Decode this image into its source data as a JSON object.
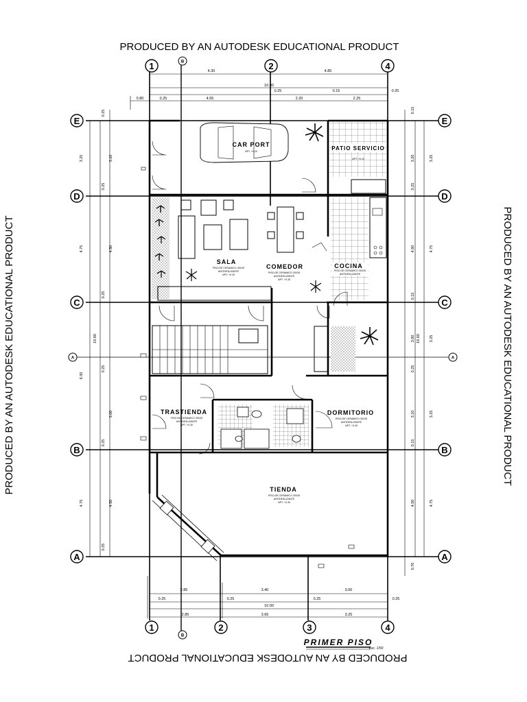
{
  "watermarks": {
    "top": "PRODUCED BY AN AUTODESK EDUCATIONAL PRODUCT",
    "left": "PRODUCED BY AN AUTODESK EDUCATIONAL PRODUCT",
    "right": "PRODUCED BY AN AUTODESK EDUCATIONAL PRODUCT",
    "bottom": "PRODUCED BY AN AUTODESK EDUCATIONAL PRODUCT"
  },
  "axes": {
    "cols": [
      "1",
      "2",
      "3",
      "4"
    ],
    "rows": [
      "E",
      "D",
      "C",
      "B",
      "A"
    ],
    "section_a": "A",
    "section_b": "B"
  },
  "rooms": {
    "car_port": {
      "name": "CAR PORT",
      "npt": "NPT. +0.10"
    },
    "patio": {
      "name": "PATIO SERVICIO",
      "npt": "NPT. +0.10"
    },
    "sala": {
      "name": "SALA",
      "floor": "PISO DE CERAMICO 30X30",
      "finish": "ANTIDESLIZANTE",
      "npt": "NPT. +0.30"
    },
    "comedor": {
      "name": "COMEDOR",
      "floor": "PISO DE CERAMICO 30X30",
      "finish": "ANTIDESLIZANTE",
      "npt": "NPT. +0.30"
    },
    "cocina": {
      "name": "COCINA",
      "floor": "PISO DE CERAMICO 30X30",
      "finish": "ANTIDESLIZANTE"
    },
    "trastienda": {
      "name": "TRASTIENDA",
      "floor": "PISO DE CERAMICO 30X30",
      "finish": "ANTIDESLIZANTE",
      "npt": "NPT. +0.30"
    },
    "dormitorio": {
      "name": "DORMITORIO",
      "floor": "PISO DE CERAMICO 30X30",
      "finish": "ANTIDESLIZANTE",
      "npt": "NPT. +0.30"
    },
    "tienda": {
      "name": "TIENDA",
      "floor": "PISO DE CERAMICO 30X30",
      "finish": "ANTIDESLIZANTE",
      "npt": "NPT. +0.30"
    }
  },
  "dims": {
    "top_row1": [
      "4.30",
      "4.85"
    ],
    "top_total": "10.00",
    "top_row2": [
      "0.25",
      "0.15",
      "0.25"
    ],
    "top_row3": [
      "0.80",
      "0.25",
      "4.65",
      "2.20",
      "2.25"
    ],
    "left_outer": [
      "3.25",
      "4.75",
      "19.80",
      "6.50",
      "4.75"
    ],
    "left_inner": [
      "0.25",
      "3.10",
      "0.25",
      "4.50",
      "0.25",
      "0.25",
      "3.00",
      "0.25",
      "4.50",
      "0.25"
    ],
    "right_inner": [
      "0.15",
      "3.20",
      "0.25",
      "4.60",
      "0.15",
      "3.00",
      "0.25",
      "3.10",
      "0.15",
      "4.50",
      "0.70"
    ],
    "right_outer": [
      "3.25",
      "4.75",
      "19.60",
      "3.25",
      "3.25",
      "4.75"
    ],
    "bottom_row1": [
      "2.85",
      "3.40",
      "3.00"
    ],
    "bottom_row2": [
      "0.25",
      "0.25",
      "0.25",
      "0.25"
    ],
    "bottom_total": "10.00",
    "bottom_row3": [
      "2.85",
      "3.65",
      "3.25"
    ]
  },
  "title_block": {
    "title": "PRIMER PISO",
    "scale": "Esc. 1/50"
  }
}
